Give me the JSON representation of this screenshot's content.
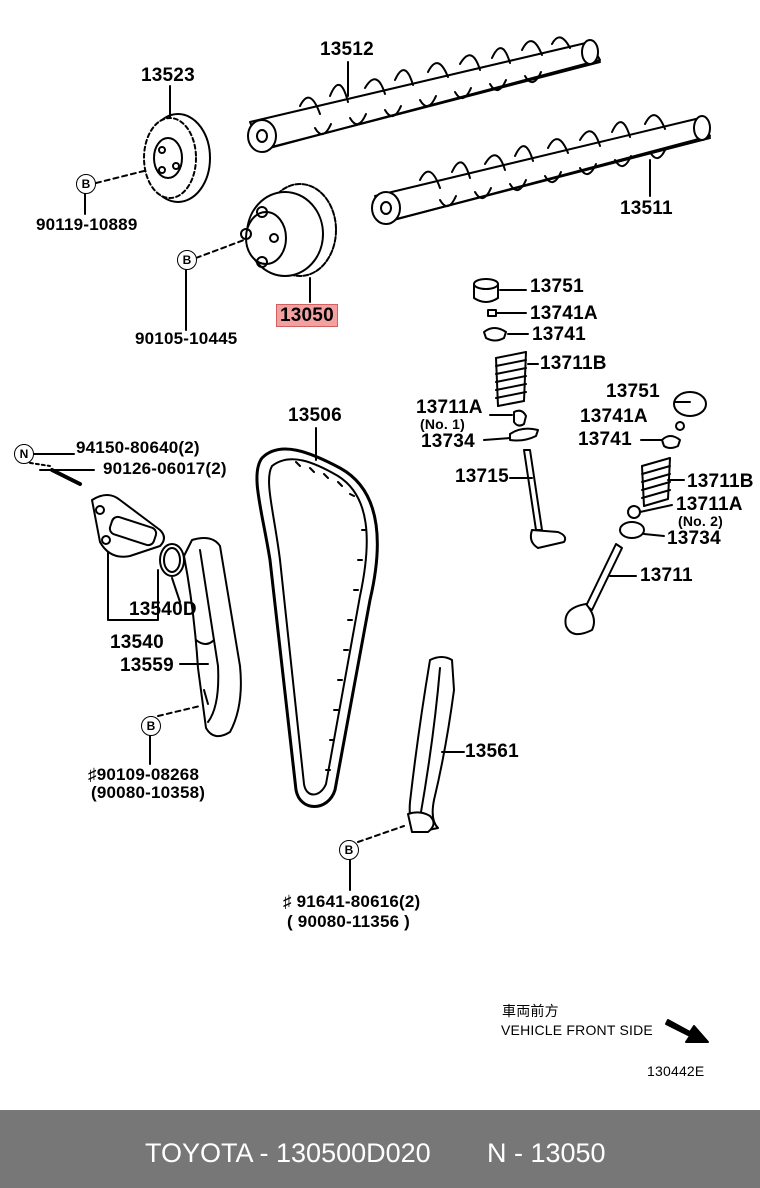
{
  "diagram": {
    "callouts": {
      "c13512": "13512",
      "c13523": "13523",
      "c13511": "13511",
      "c13050": "13050",
      "c90119": "90119-10889",
      "c90105": "90105-10445",
      "c13751a": "13751",
      "c13741Aa": "13741A",
      "c13741a": "13741",
      "c13711Ba": "13711B",
      "c13751b": "13751",
      "c13711Aa": "13711A",
      "c13711Aa_sub": "(No. 1)",
      "c13741Ab": "13741A",
      "c13734a": "13734",
      "c13741b": "13741",
      "c13715": "13715",
      "c13711Bb": "13711B",
      "c13711Ab": "13711A",
      "c13711Ab_sub": "(No. 2)",
      "c13734b": "13734",
      "c13711": "13711",
      "c13506": "13506",
      "c94150": "94150-80640(2)",
      "c90126": "90126-06017(2)",
      "c13540D": "13540D",
      "c13540": "13540",
      "c13559": "13559",
      "c90109": "♯90109-08268",
      "c90080a": "(90080-10358)",
      "c13561": "13561",
      "c91641": "♯ 91641-80616(2)",
      "c90080b": "( 90080-11356 )"
    },
    "bolt_marks": {
      "b": "B",
      "n": "N"
    },
    "direction_jp": "車両前方",
    "direction_en": "VEHICLE FRONT SIDE",
    "figure_code": "130442E",
    "highlight_color": "#f2a0a0"
  },
  "footer": {
    "part_number": "TOYOTA - 130500D020",
    "ref_number": "N - 13050"
  }
}
